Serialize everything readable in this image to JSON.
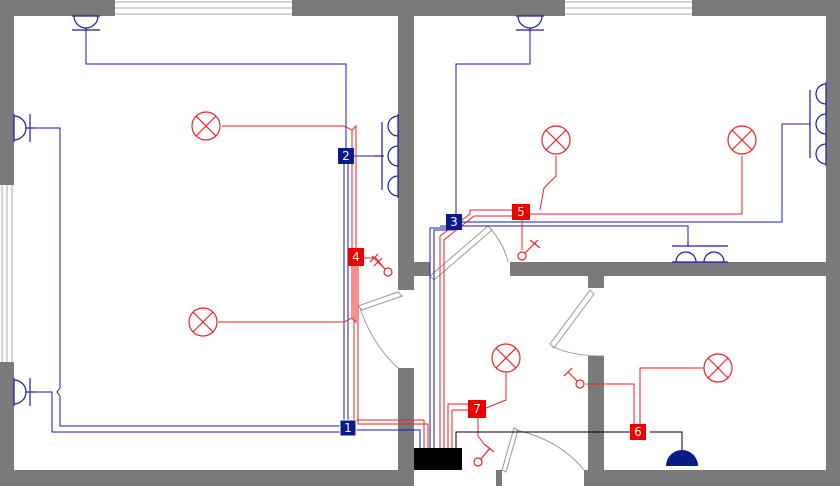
{
  "colors": {
    "wall": "#7a7a7a",
    "power_line": "#1a1aaa",
    "light_line": "#ee2222",
    "blue_box": "#0b1a8a",
    "red_box": "#ee0000",
    "panel": "#000000"
  },
  "symbols": {
    "ceiling_light": "lamp-x-icon",
    "socket": "socket-icon",
    "switch": "switch-icon",
    "distribution_panel": "panel-icon",
    "bell": "bell-icon"
  },
  "junction_boxes": [
    {
      "id": "1",
      "circuit": "power"
    },
    {
      "id": "2",
      "circuit": "power"
    },
    {
      "id": "3",
      "circuit": "power"
    },
    {
      "id": "4",
      "circuit": "lighting"
    },
    {
      "id": "5",
      "circuit": "lighting"
    },
    {
      "id": "6",
      "circuit": "lighting"
    },
    {
      "id": "7",
      "circuit": "lighting"
    }
  ]
}
